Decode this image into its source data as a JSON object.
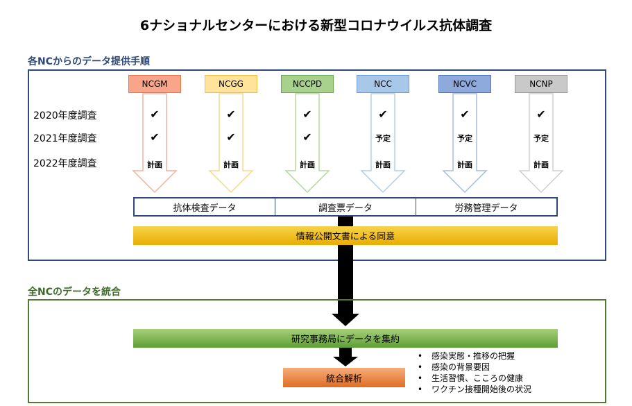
{
  "title": "6ナショナルセンターにおける新型コロナウイルス抗体調査",
  "section1_label": "各NCからのデータ提供手順",
  "section2_label": "全NCのデータを統合",
  "centers": [
    {
      "name": "NCGM",
      "fill": "#f8a58a",
      "border": "#e0784e",
      "arrow": "#f2b39a",
      "y2020": "✔",
      "y2021": "✔",
      "y2022": "計画"
    },
    {
      "name": "NCGG",
      "fill": "#ffe39a",
      "border": "#f0c040",
      "arrow": "#f6d98a",
      "y2020": "✔",
      "y2021": "✔",
      "y2022": "計画"
    },
    {
      "name": "NCCPD",
      "fill": "#a9d18e",
      "border": "#6fa84e",
      "arrow": "#b7d89c",
      "y2020": "✔",
      "y2021": "✔",
      "y2022": "計画"
    },
    {
      "name": "NCC",
      "fill": "#a8c8ea",
      "border": "#6d9bd0",
      "arrow": "#b4cde8",
      "y2020": "✔",
      "y2021": "予定",
      "y2022": "計画"
    },
    {
      "name": "NCVC",
      "fill": "#8ea9db",
      "border": "#4f74b8",
      "arrow": "#a6bde4",
      "y2020": "✔",
      "y2021": "予定",
      "y2022": "計画"
    },
    {
      "name": "NCNP",
      "fill": "#c9c9c9",
      "border": "#999999",
      "arrow": "#cfcfcf",
      "y2020": "✔",
      "y2021": "予定",
      "y2022": "計画"
    }
  ],
  "rows": [
    "2020年度調査",
    "2021年度調査",
    "2022年度調査"
  ],
  "data_types": [
    "抗体検査データ",
    "調査票データ",
    "労務管理データ"
  ],
  "consent_label": "情報公開文書による同意",
  "aggregate_label": "研究事務局にデータを集約",
  "analysis_label": "統合解析",
  "analysis_items": [
    "感染実態・推移の把握",
    "感染の背景要因",
    "生活習慣、こころの健康",
    "ワクチン接種開始後の状況"
  ]
}
